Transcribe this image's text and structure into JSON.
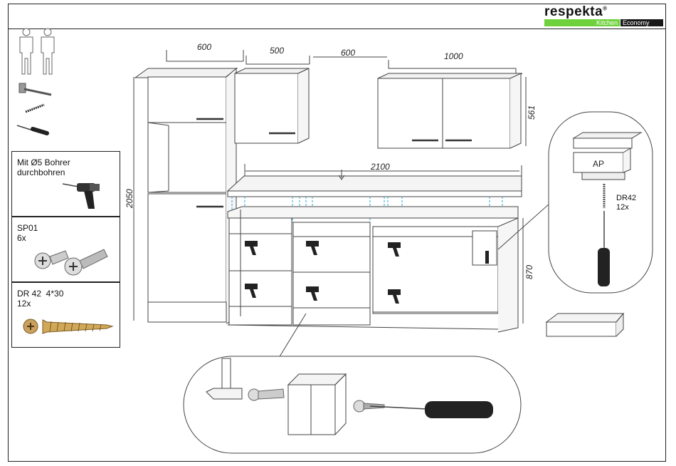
{
  "brand": {
    "name": "respekta",
    "mark": "®",
    "line_kitchen": "Kitchen",
    "line_economy": "Economy"
  },
  "panels": {
    "drill_text_1": "Mit Ø5 Bohrer",
    "drill_text_2": "durchbohren",
    "sp01_code": "SP01",
    "sp01_qty": "6x",
    "dr42_code": "DR 42  4*30",
    "dr42_qty": "12x"
  },
  "dimensions": {
    "w1": "600",
    "w2": "500",
    "w3": "600",
    "w4": "1000",
    "upper_height": "561",
    "worktop_width": "2100",
    "total_height": "2050",
    "base_height": "870"
  },
  "detail": {
    "ap_label": "AP",
    "screw_code": "DR42",
    "screw_qty": "12x"
  },
  "colors": {
    "accent_green": "#6fd23d",
    "dark": "#1a1a1a",
    "guide_blue": "#29a8d6"
  }
}
